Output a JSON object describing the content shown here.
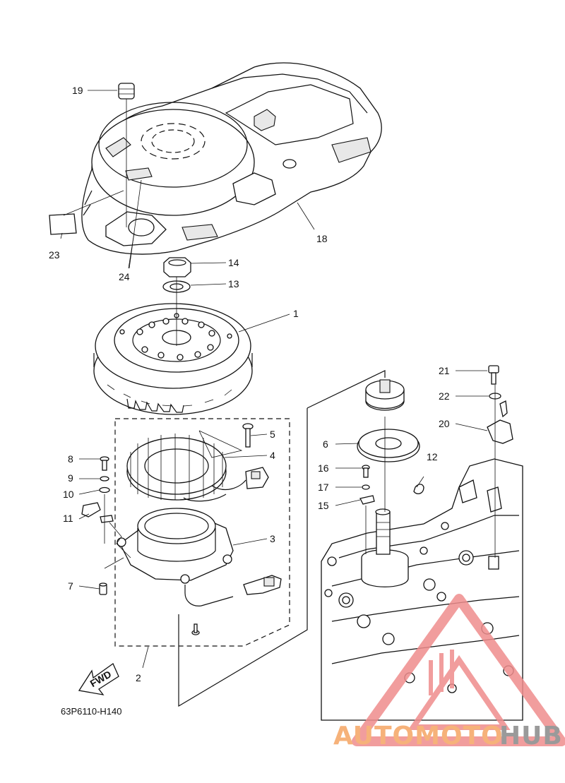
{
  "diagram": {
    "code": "63P6110-H140",
    "fwd_label": "FWD",
    "parts": [
      {
        "num": "1"
      },
      {
        "num": "2"
      },
      {
        "num": "3"
      },
      {
        "num": "4"
      },
      {
        "num": "5"
      },
      {
        "num": "6"
      },
      {
        "num": "7"
      },
      {
        "num": "8"
      },
      {
        "num": "9"
      },
      {
        "num": "10"
      },
      {
        "num": "11"
      },
      {
        "num": "12"
      },
      {
        "num": "13"
      },
      {
        "num": "14"
      },
      {
        "num": "15"
      },
      {
        "num": "16"
      },
      {
        "num": "17"
      },
      {
        "num": "18"
      },
      {
        "num": "19"
      },
      {
        "num": "20"
      },
      {
        "num": "21"
      },
      {
        "num": "22"
      },
      {
        "num": "23"
      },
      {
        "num": "24"
      }
    ]
  },
  "watermark": {
    "part1": "AUTOMOTO",
    "part2": "HUB",
    "color1": "#f6b27a",
    "color2": "#9a9a9a",
    "logo_color": "#ef8d8d"
  }
}
